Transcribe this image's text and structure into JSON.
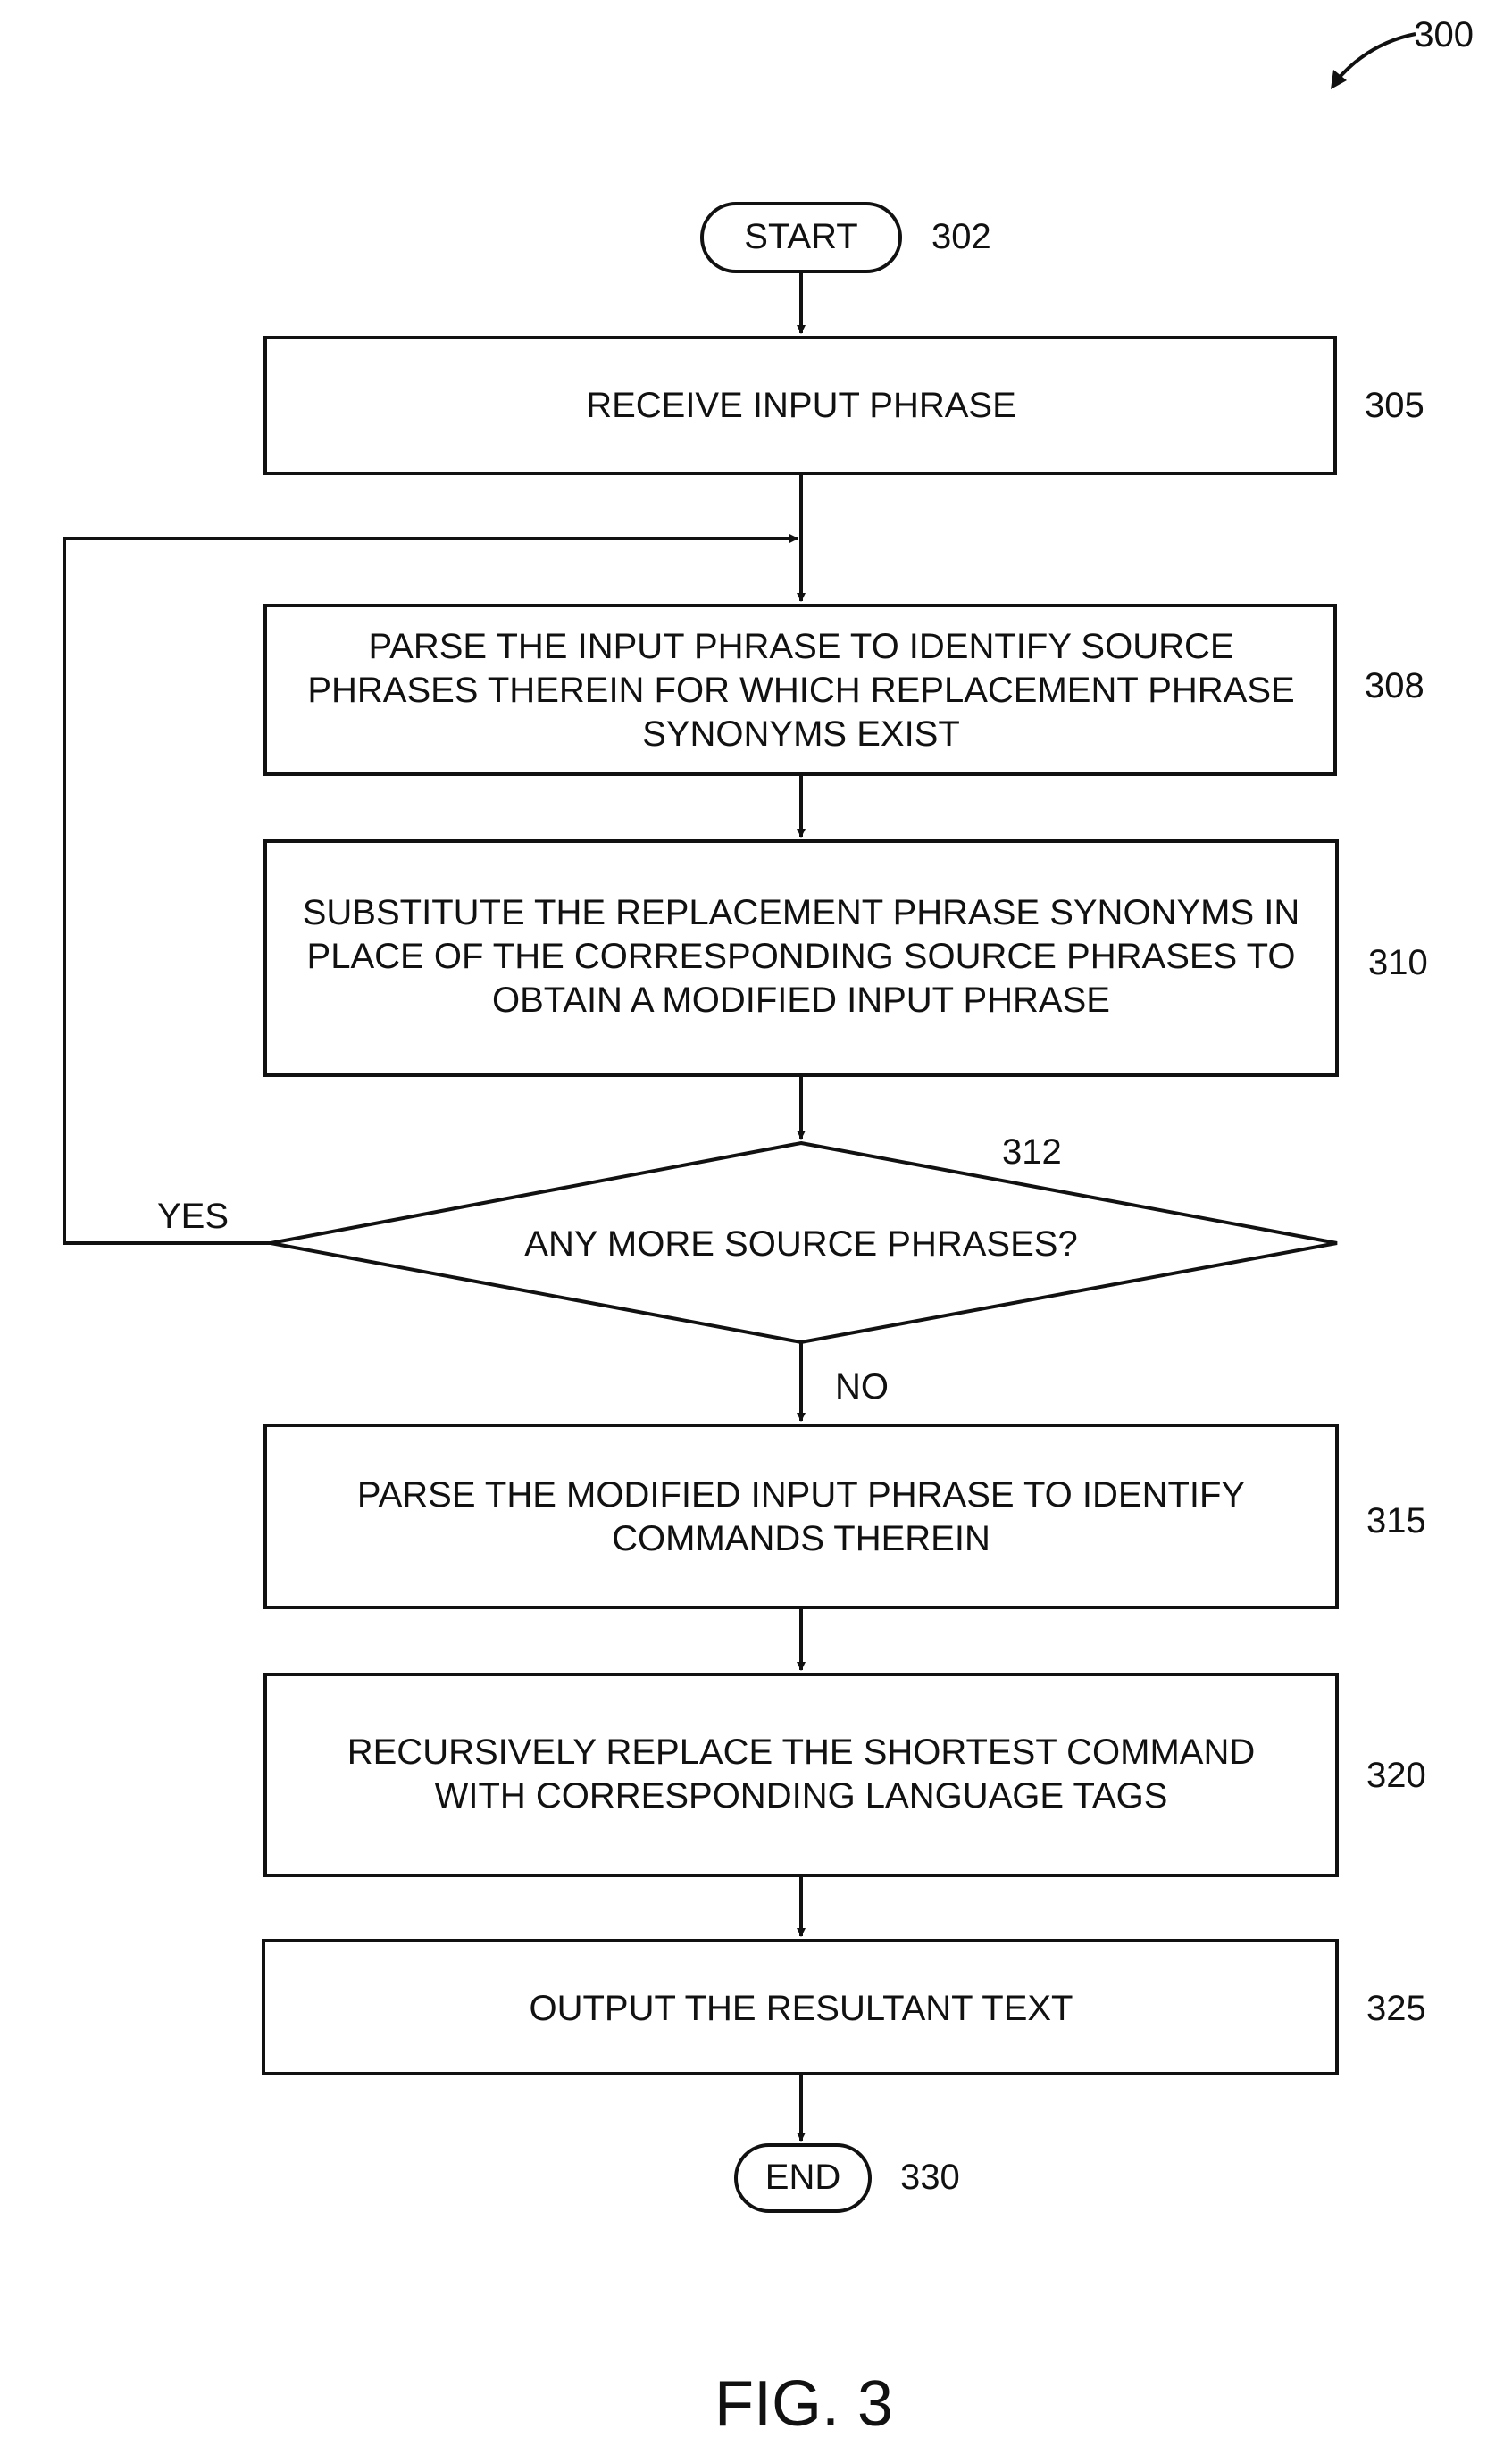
{
  "figure_ref": "300",
  "figure_label": "FIG. 3",
  "start": {
    "label": "START",
    "ref": "302"
  },
  "end": {
    "label": "END",
    "ref": "330"
  },
  "steps": [
    {
      "ref": "305",
      "lines": [
        "RECEIVE INPUT PHRASE"
      ]
    },
    {
      "ref": "308",
      "lines": [
        "PARSE THE INPUT PHRASE TO IDENTIFY SOURCE",
        "PHRASES THEREIN FOR WHICH REPLACEMENT PHRASE",
        "SYNONYMS EXIST"
      ]
    },
    {
      "ref": "310",
      "lines": [
        "SUBSTITUTE THE REPLACEMENT PHRASE SYNONYMS IN",
        "PLACE OF THE CORRESPONDING SOURCE PHRASES TO",
        "OBTAIN A MODIFIED INPUT PHRASE"
      ]
    },
    {
      "ref": "315",
      "lines": [
        "PARSE THE MODIFIED INPUT PHRASE TO IDENTIFY",
        "COMMANDS THEREIN"
      ]
    },
    {
      "ref": "320",
      "lines": [
        "RECURSIVELY REPLACE THE SHORTEST COMMAND",
        "WITH CORRESPONDING LANGUAGE TAGS"
      ]
    },
    {
      "ref": "325",
      "lines": [
        "OUTPUT THE RESULTANT TEXT"
      ]
    }
  ],
  "decision": {
    "ref": "312",
    "label": "ANY MORE SOURCE PHRASES?",
    "yes_label": "YES",
    "no_label": "NO"
  }
}
